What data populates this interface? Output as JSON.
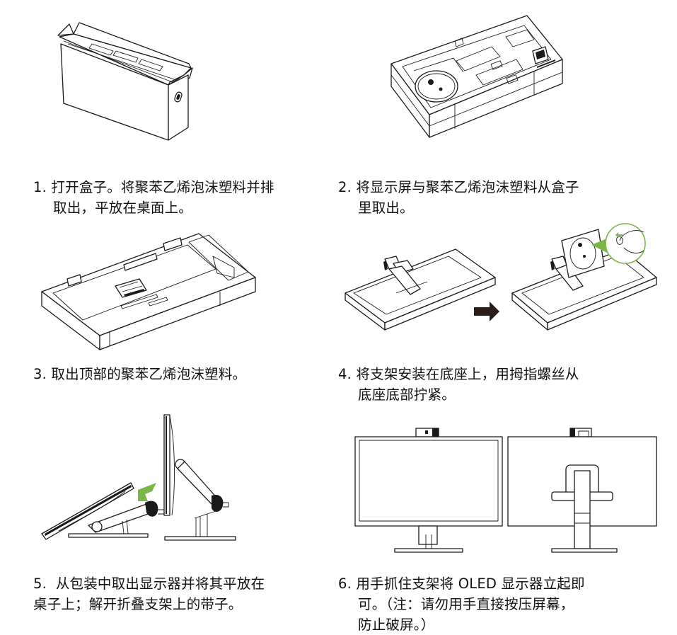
{
  "steps": [
    {
      "number": "1.",
      "lines": [
        "打开盒子。将聚苯乙烯泡沫塑料并排",
        "取出，平放在桌面上。"
      ],
      "illustration": "open-box"
    },
    {
      "number": "2.",
      "lines": [
        "将显示屏与聚苯乙烯泡沫塑料从盒子",
        "里取出。"
      ],
      "illustration": "foam-tray-with-parts"
    },
    {
      "number": "3.",
      "lines": [
        "取出顶部的聚苯乙烯泡沫塑料。"
      ],
      "illustration": "foam-tray-stand-exposed"
    },
    {
      "number": "4.",
      "lines": [
        "将支架安装在底座上，用拇指螺丝从",
        "底座底部拧紧。"
      ],
      "illustration": "attach-base-thumbscrew"
    },
    {
      "number": "5.",
      "lines": [
        "从包装中取出显示器并将其平放在",
        "桌子上；解开折叠支架上的带子。"
      ],
      "illustration": "unfold-stand"
    },
    {
      "number": "6.",
      "lines": [
        "用手抓住支架将 OLED 显示器立起即",
        "可。（注：请勿用手直接按压屏幕，",
        "防止破屏。）"
      ],
      "illustration": "monitor-front-back"
    }
  ],
  "colors": {
    "accent_green": "#7ab648",
    "line": "#1a1a1a",
    "arrow_dark": "#2a1d17"
  }
}
